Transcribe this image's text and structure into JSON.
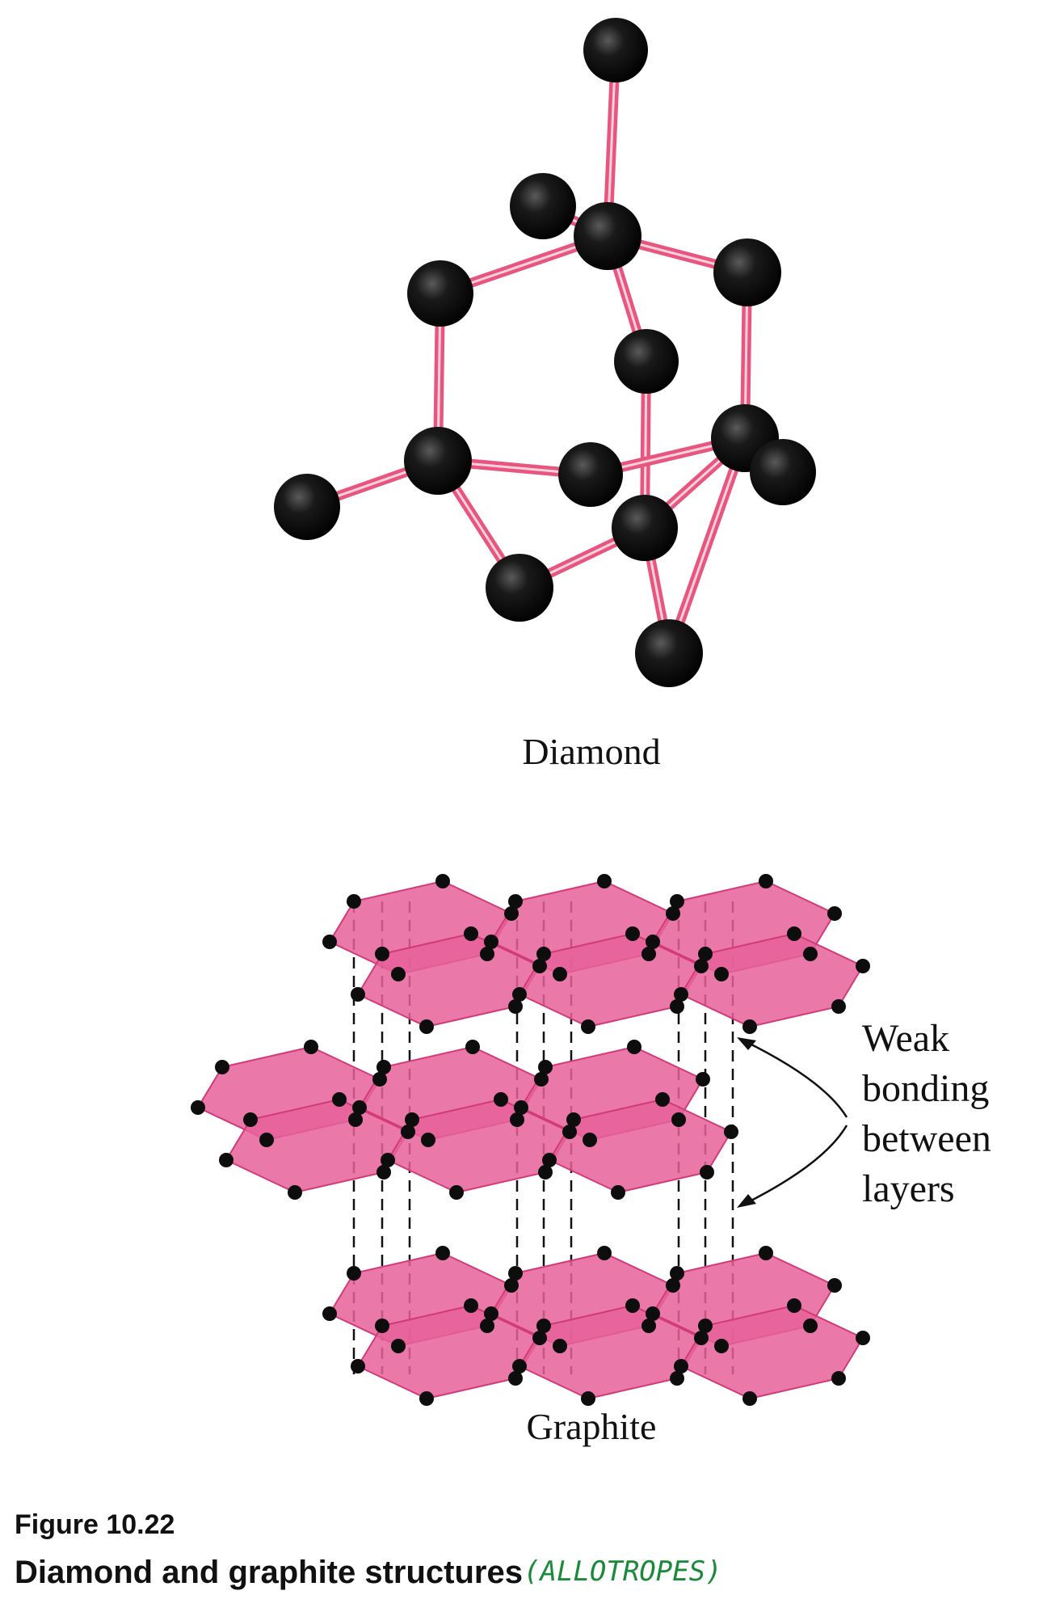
{
  "diamond": {
    "label": "Diamond"
  },
  "graphite": {
    "label": "Graphite",
    "annotation": [
      "Weak",
      "bonding",
      "between",
      "layers"
    ]
  },
  "caption": {
    "number": "Figure 10.22",
    "title": "Diamond and graphite structures",
    "handwritten_note": "(ALLOTROPES)"
  },
  "colors": {
    "atom": "#0d0d0d",
    "bond": "#e8557f",
    "layer_fill": "#e6609a",
    "layer_stroke": "#d23a78",
    "note": "#1a8a3a"
  }
}
